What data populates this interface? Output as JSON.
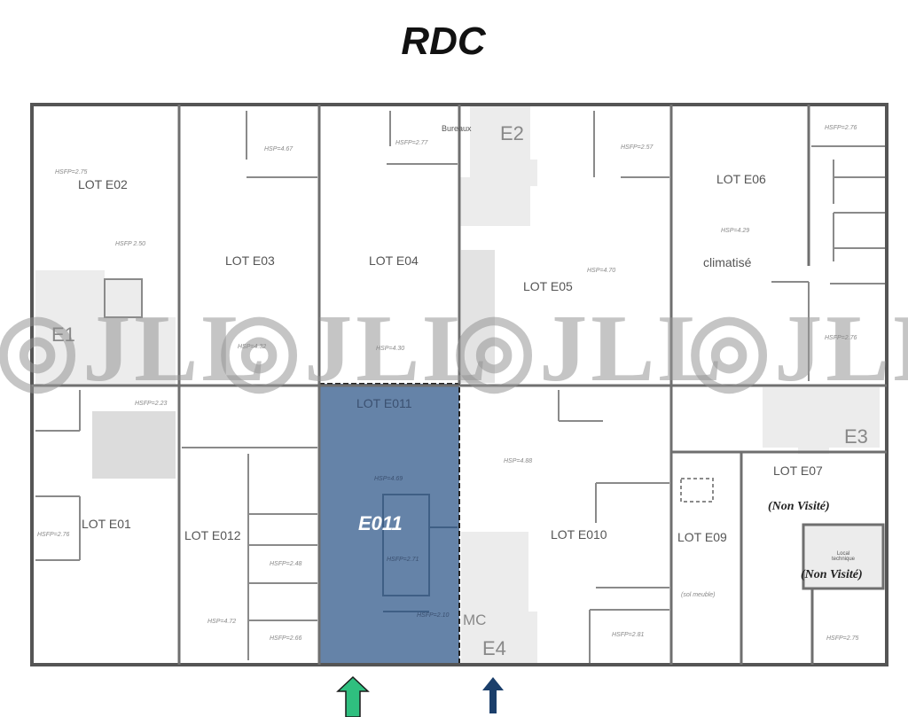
{
  "title": "RDC",
  "watermark": "JLL",
  "colors": {
    "highlight": "#6583a8",
    "entrance_green": "#2fbf7f",
    "entrance_blue": "#1b3f6b",
    "wall": "#777777"
  },
  "lots": {
    "e02": "LOT E02",
    "e03": "LOT E03",
    "e04": "LOT E04",
    "e05": "LOT E05",
    "e06": "LOT E06",
    "e01": "LOT E01",
    "e012": "LOT E012",
    "e011": "LOT E011",
    "e010": "LOT E010",
    "e09": "LOT E09",
    "e07": "LOT E07"
  },
  "highlight_label": "E011",
  "cores": {
    "e1": "E1",
    "e2": "E2",
    "e3": "E3",
    "e4": "E4",
    "mc": "MC"
  },
  "notes": {
    "bureaux": "Bureaux",
    "climatise": "climatisé",
    "non_visite_1": "(Non Visité)",
    "non_visite_2": "(Non Visité)",
    "local_technique": "Local technique",
    "sol": "(sol meuble)"
  },
  "heights": [
    "HSFP=2.75",
    "HSP=4.67",
    "HSFP=2.77",
    "HSFP=2.57",
    "HSFP=2.76",
    "HSP=4.29",
    "HSP=4.70",
    "HSFP 2.50",
    "HSP=4.32",
    "HSP=4.30",
    "HSFP=2.23",
    "HSFP=2.76",
    "HSP=4.69",
    "HSFP=2.71",
    "HSFP=2.48",
    "HSP=4.72",
    "HSFP=2.66",
    "HSFP=2.10",
    "HSP=4.88",
    "HSFP=2.81",
    "HSFP=2.75",
    "HSFP=2.76"
  ]
}
